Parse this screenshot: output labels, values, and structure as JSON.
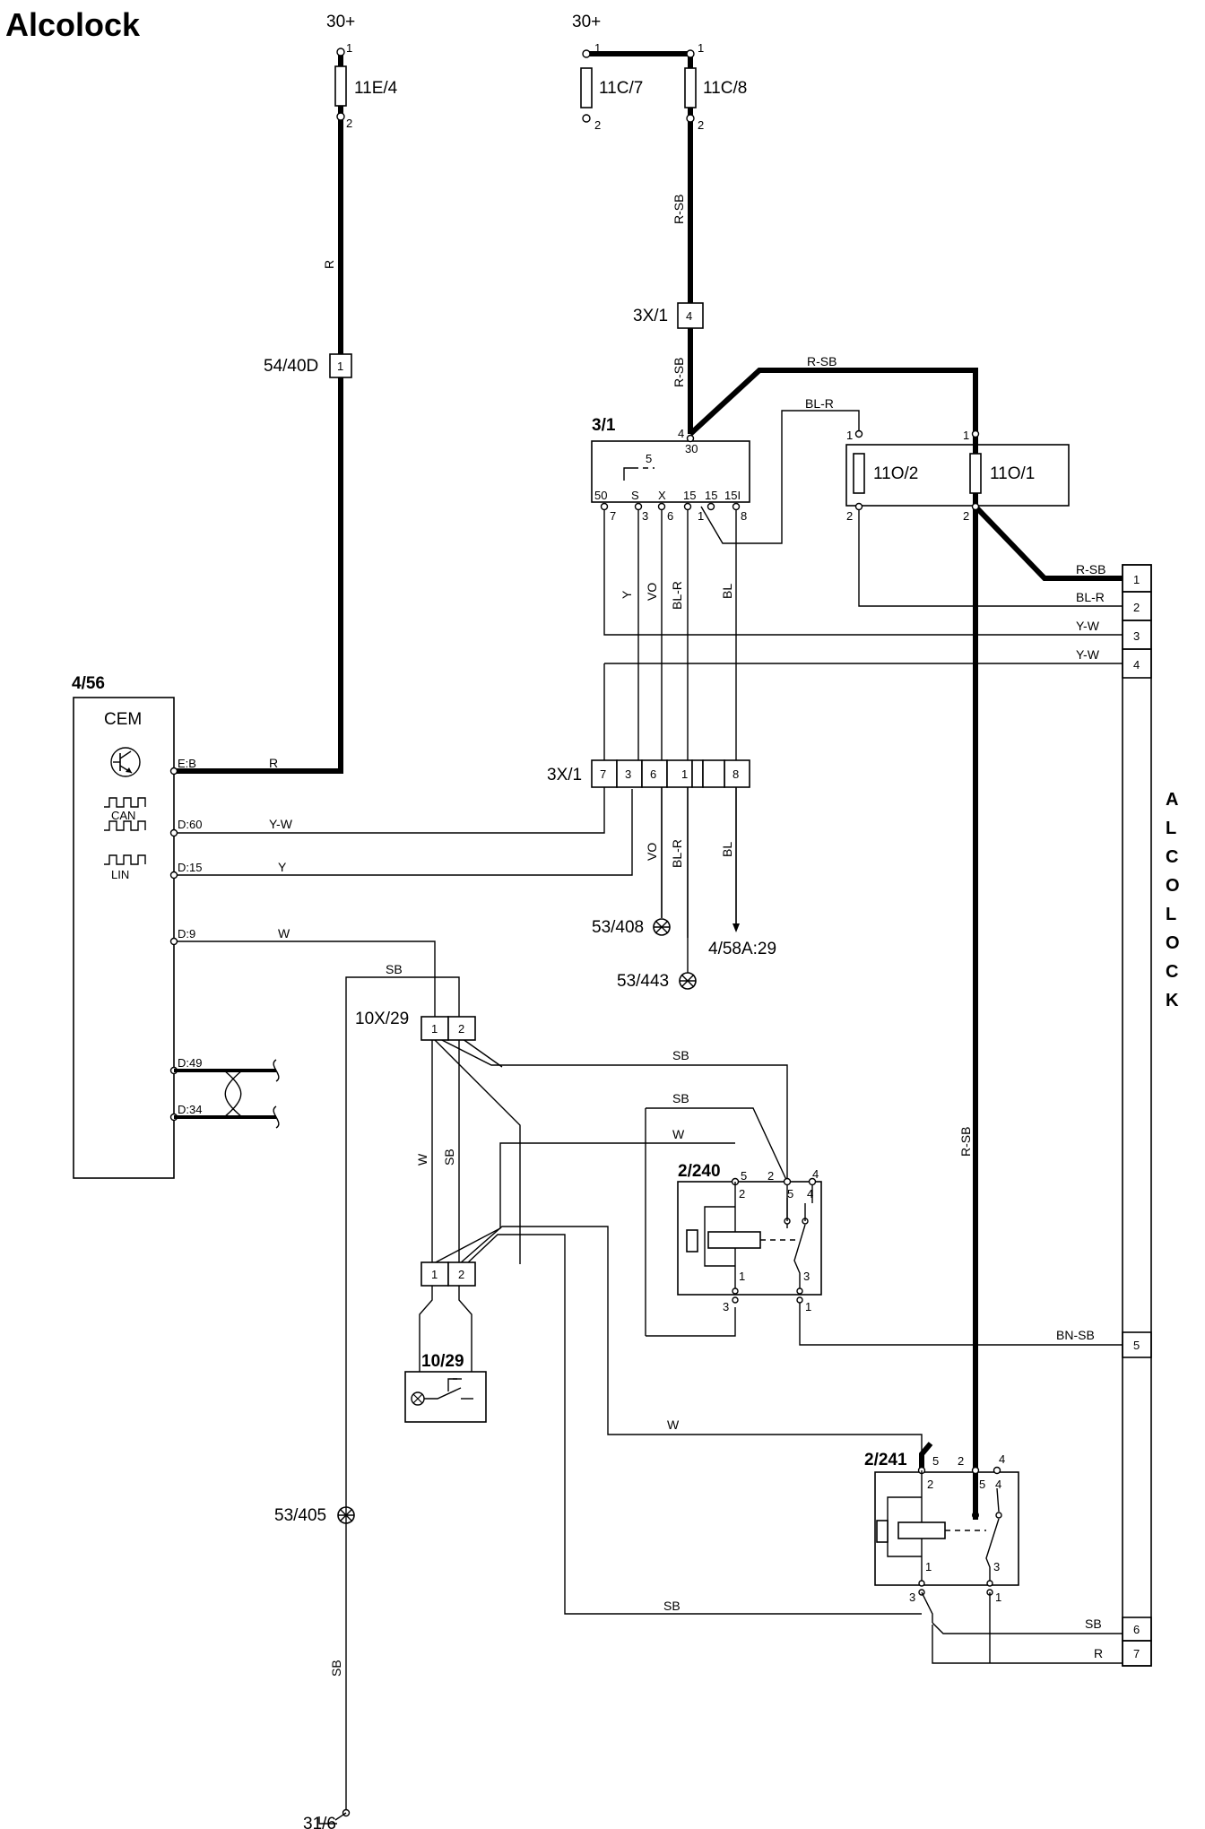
{
  "title": "Alcolock",
  "supply": {
    "left": "30+",
    "right": "30+"
  },
  "fuses": {
    "f11e4": "11E/4",
    "f11c7": "11C/7",
    "f11c8": "11C/8",
    "f11o2": "11O/2",
    "f11o1": "11O/1"
  },
  "connectors": {
    "c3x1_top": "3X/1",
    "c54_40d": "54/40D",
    "c3x1_mid": "3X/1",
    "c10x29": "10X/29"
  },
  "components": {
    "ignition_switch": "3/1",
    "cem_ref": "4/56",
    "cem_name": "CEM",
    "relay_240": "2/240",
    "relay_241": "2/241",
    "switch_1029": "10/29",
    "alcolock_letters": [
      "A",
      "L",
      "C",
      "O",
      "L",
      "O",
      "C",
      "K"
    ]
  },
  "bus_labels": {
    "can": "CAN",
    "lin": "LIN"
  },
  "ignition_terms": [
    "50",
    "S",
    "X",
    "15",
    "15",
    "15I",
    "30",
    "5"
  ],
  "cem_pins": [
    "E:B",
    "D:60",
    "D:15",
    "D:9",
    "D:49",
    "D:34"
  ],
  "grounds": {
    "g53_408": "53/408",
    "g53_443": "53/443",
    "g53_405": "53/405",
    "g31_6": "31/6",
    "to_4_58a": "4/58A:29"
  },
  "wire_colors": {
    "R": "R",
    "R_SB": "R-SB",
    "BL_R": "BL-R",
    "Y": "Y",
    "VO": "VO",
    "BL": "BL",
    "Y_W": "Y-W",
    "W": "W",
    "SB": "SB",
    "BN_SB": "BN-SB"
  },
  "alcolock_pins": [
    "1",
    "2",
    "3",
    "4",
    "5",
    "6",
    "7"
  ],
  "pin_numbers": {
    "one": "1",
    "two": "2",
    "three": "3",
    "four": "4",
    "five": "5",
    "six": "6",
    "seven": "7",
    "eight": "8",
    "fifteen": "15",
    "thirty": "30"
  },
  "colors": {
    "ink": "#000000",
    "background": "#ffffff"
  }
}
